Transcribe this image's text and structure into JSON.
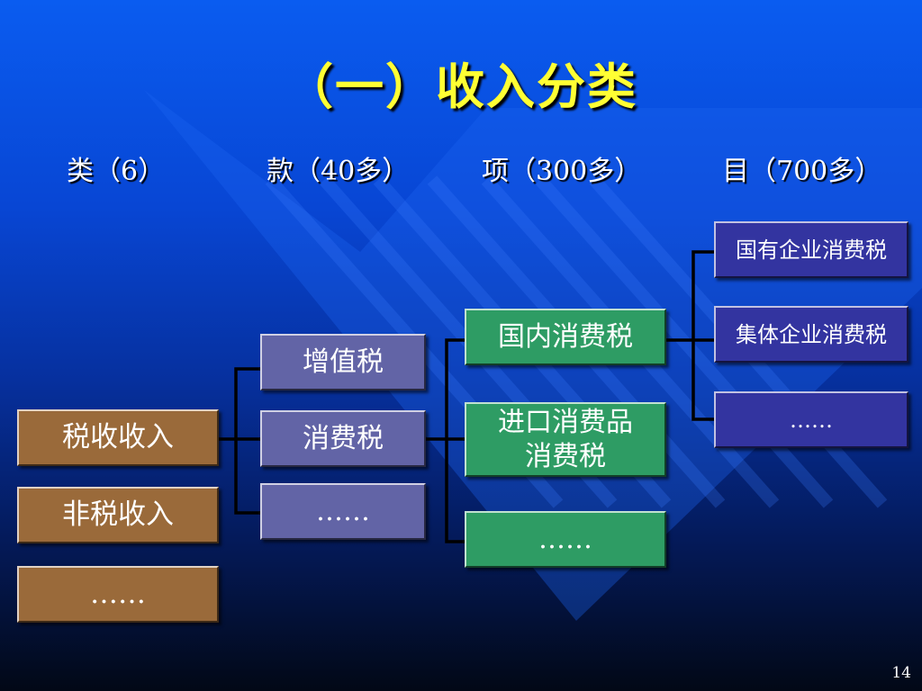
{
  "title": "（一）收入分类",
  "levels": {
    "lei": "类（6）",
    "kuan": "款（40多）",
    "xiang": "项（300多）",
    "mu": "目（700多）"
  },
  "lei_items": [
    "税收收入",
    "非税收入",
    "……"
  ],
  "kuan_items": [
    "增值税",
    "消费税",
    "……"
  ],
  "xiang_items": [
    "国内消费税",
    "进口消费品\n消费税",
    "……"
  ],
  "mu_items": [
    "国有企业消费税",
    "集体企业消费税",
    "……"
  ],
  "page_number": "14",
  "colors": {
    "title": "#ffff33",
    "lei_box": "#9a6a3a",
    "kuan_box": "#6264a6",
    "xiang_box": "#2e9c64",
    "mu_box": "#3334a0"
  }
}
